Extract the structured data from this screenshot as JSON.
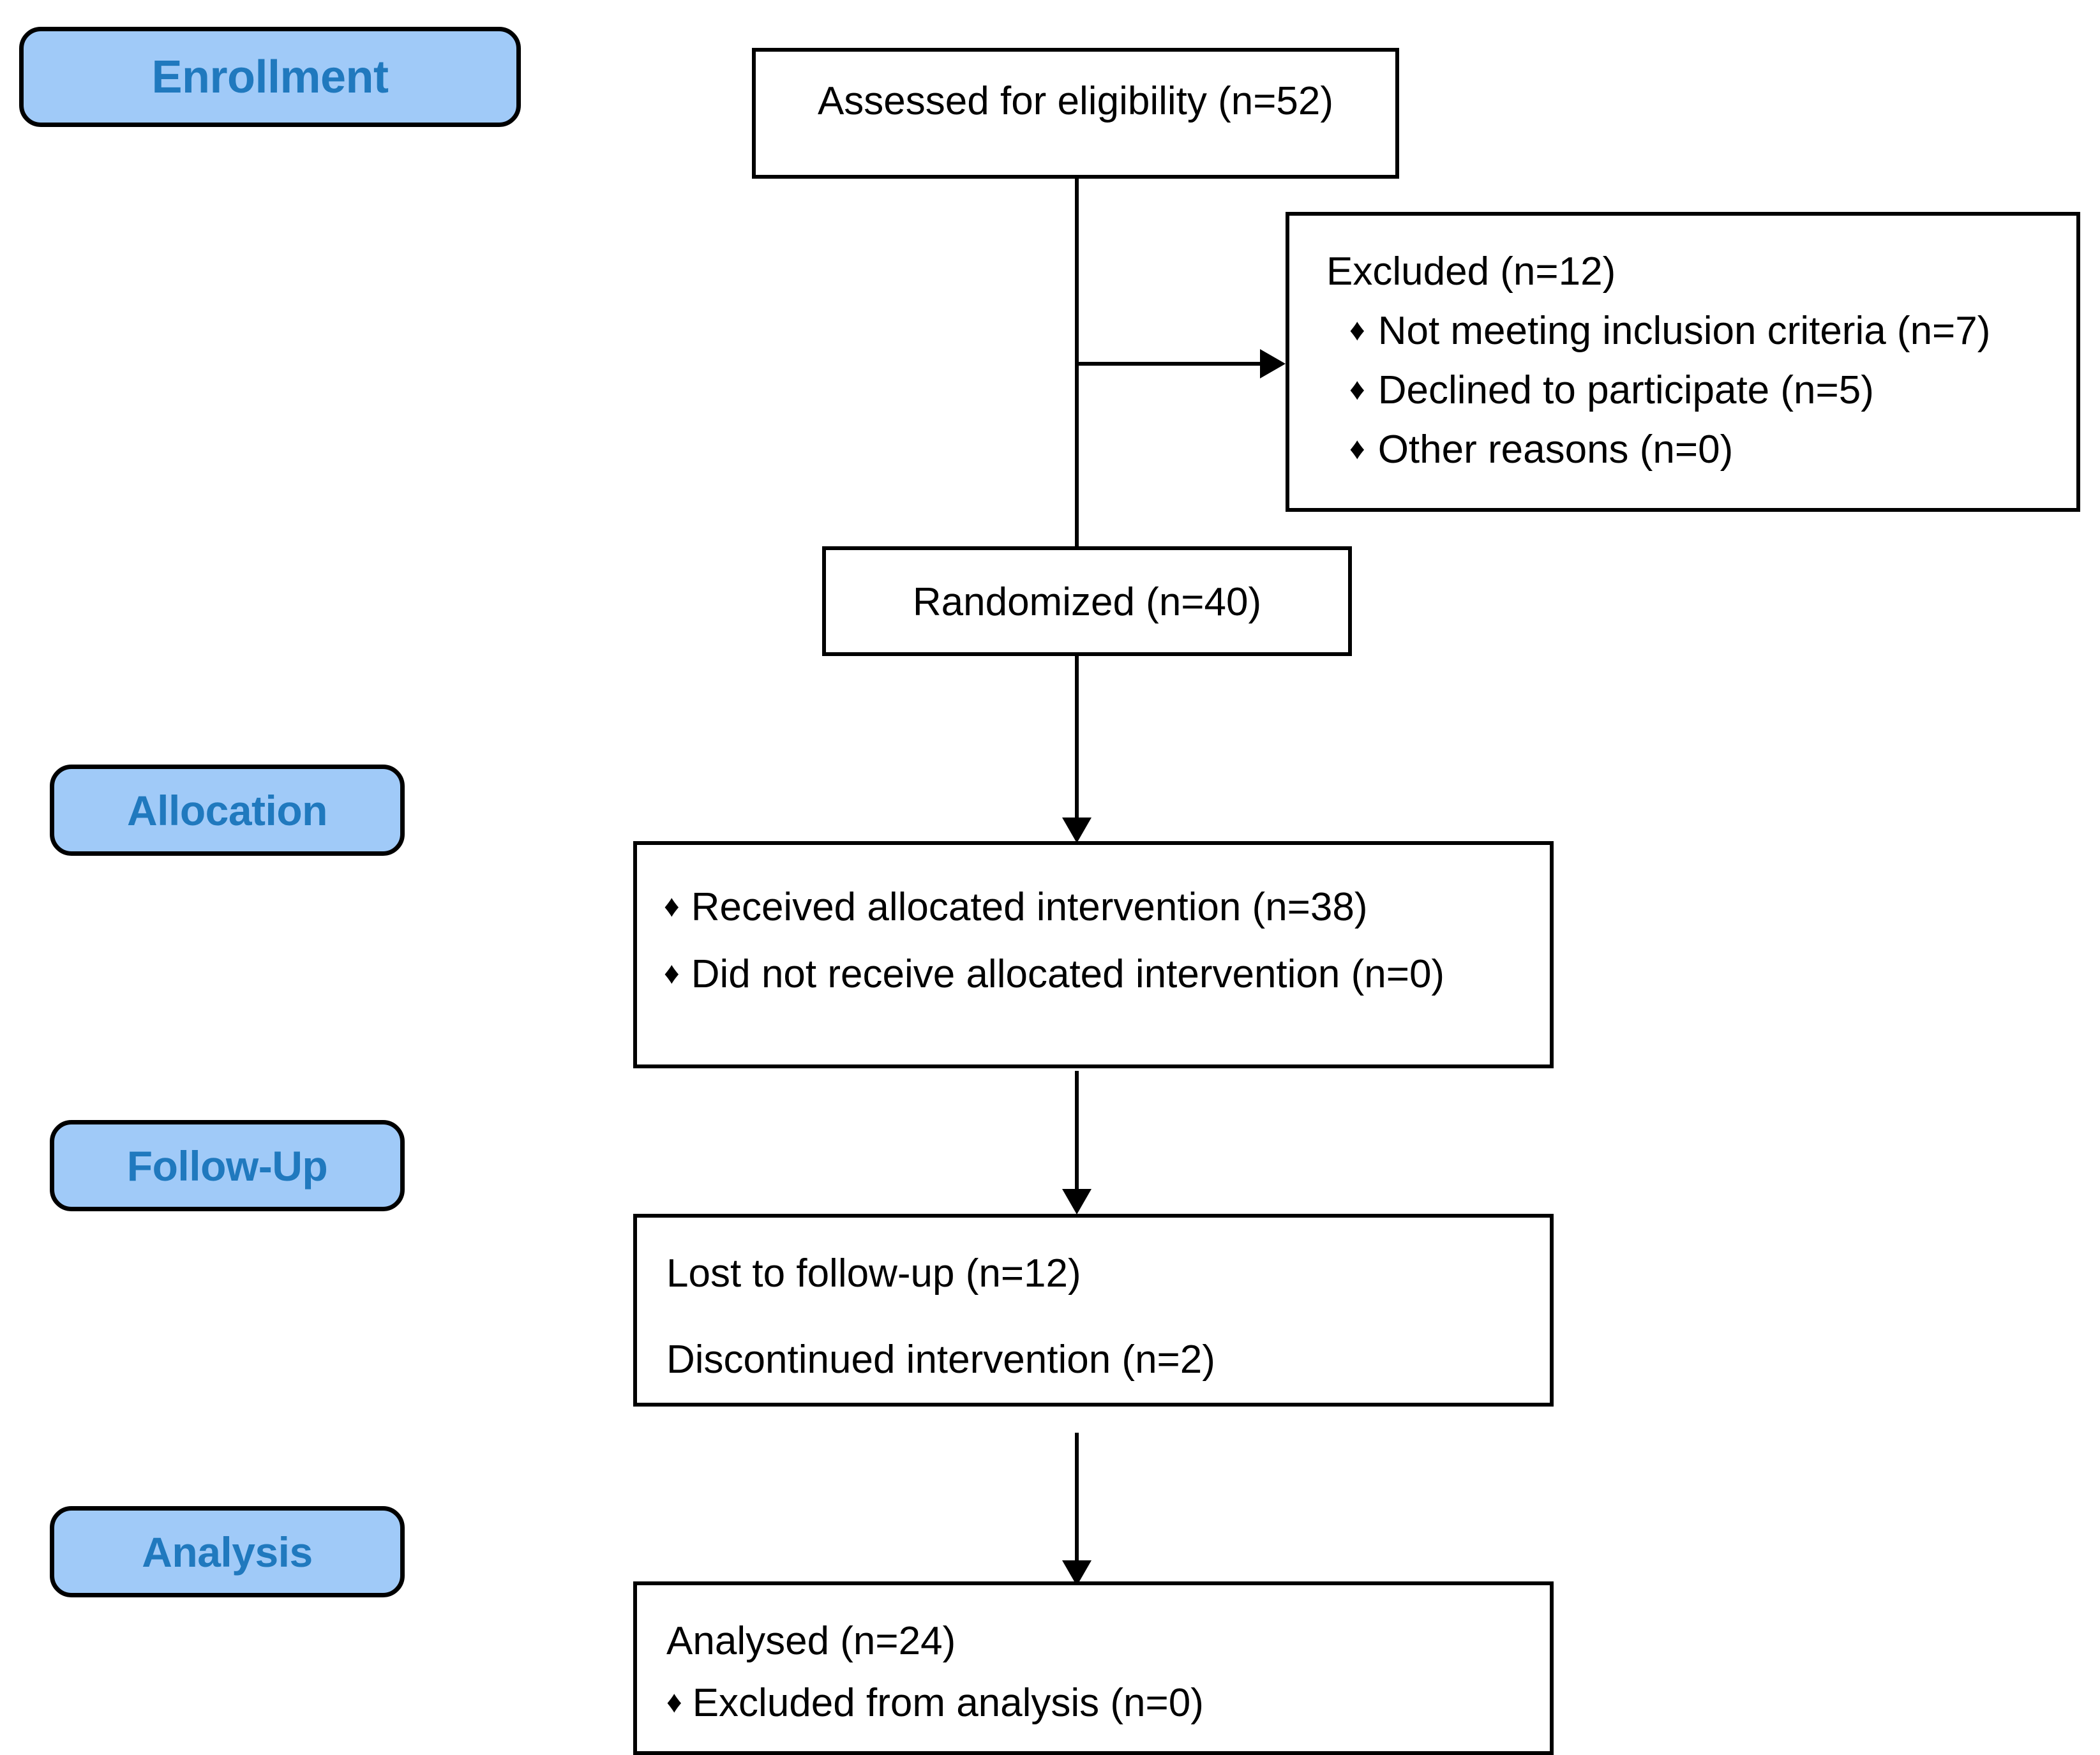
{
  "diagram": {
    "title": "CONSORT participant flow diagram",
    "accent_blue_fill": "#A0CAF8",
    "accent_blue_text": "#2079BE",
    "line_color": "#000000",
    "background": "#FFFFFF",
    "bullet_glyph": "♦"
  },
  "stages": [
    {
      "id": "enrollment",
      "label": "Enrollment"
    },
    {
      "id": "allocation",
      "label": "Allocation"
    },
    {
      "id": "follow_up",
      "label": "Follow-Up"
    },
    {
      "id": "analysis",
      "label": "Analysis"
    }
  ],
  "boxes": {
    "assessed": {
      "id": "assessed-for-eligibility-box",
      "lines": [
        {
          "bullet": false,
          "text": "Assessed for eligibility (n=52)"
        }
      ]
    },
    "excluded": {
      "id": "excluded-box",
      "lines": [
        {
          "bullet": false,
          "text": "Excluded (n=12)"
        },
        {
          "bullet": true,
          "text": "Not meeting inclusion criteria (n=7)"
        },
        {
          "bullet": true,
          "text": "Declined to participate (n=5)"
        },
        {
          "bullet": true,
          "text": "Other reasons (n=0)"
        }
      ]
    },
    "randomized": {
      "id": "randomized-box",
      "lines": [
        {
          "bullet": false,
          "text": "Randomized (n=40)"
        }
      ]
    },
    "allocation": {
      "id": "allocation-box",
      "lines": [
        {
          "bullet": true,
          "text": "Received allocated intervention (n=38)"
        },
        {
          "bullet": true,
          "text": "Did not receive allocated intervention (n=0)"
        }
      ]
    },
    "follow_up": {
      "id": "follow-up-box",
      "lines": [
        {
          "bullet": false,
          "text": "Lost to follow-up (n=12)"
        },
        {
          "bullet": false,
          "text": "Discontinued intervention (n=2)"
        }
      ]
    },
    "analysis": {
      "id": "analysis-box",
      "lines": [
        {
          "bullet": false,
          "text": "Analysed (n=24)"
        },
        {
          "bullet": true,
          "text": "Excluded from analysis (n=0)"
        }
      ]
    }
  },
  "counts": {
    "assessed_for_eligibility": 52,
    "excluded_total": 12,
    "excluded_not_meeting_inclusion_criteria": 7,
    "excluded_declined_to_participate": 5,
    "excluded_other_reasons": 0,
    "randomized": 40,
    "received_allocated_intervention": 38,
    "did_not_receive_allocated_intervention": 0,
    "lost_to_follow_up": 12,
    "discontinued_intervention": 2,
    "analysed": 24,
    "excluded_from_analysis": 0
  }
}
